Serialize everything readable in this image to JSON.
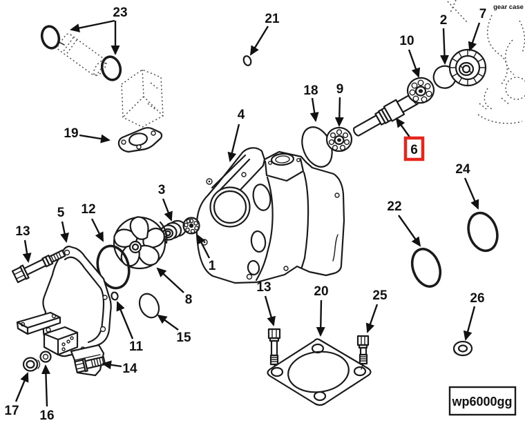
{
  "diagram": {
    "corner_note": "gear case",
    "drawing_code": "wp6000gg",
    "highlight": {
      "label": "6",
      "box_color": "#e8251d"
    },
    "colors": {
      "line": "#1a1a1a",
      "background": "#ffffff",
      "highlight_box": "#e8251d"
    },
    "callouts": {
      "n23": "23",
      "n21": "21",
      "n10": "10",
      "n2": "2",
      "n7": "7",
      "n18": "18",
      "n9": "9",
      "n4": "4",
      "n19": "19",
      "n6": "6",
      "n24": "24",
      "n22": "22",
      "n3": "3",
      "n12": "12",
      "n5": "5",
      "n13a": "13",
      "n1": "1",
      "n8": "8",
      "n15": "15",
      "n11": "11",
      "n14": "14",
      "n13b": "13",
      "n20": "20",
      "n25": "25",
      "n26": "26",
      "n16": "16",
      "n17": "17"
    }
  }
}
